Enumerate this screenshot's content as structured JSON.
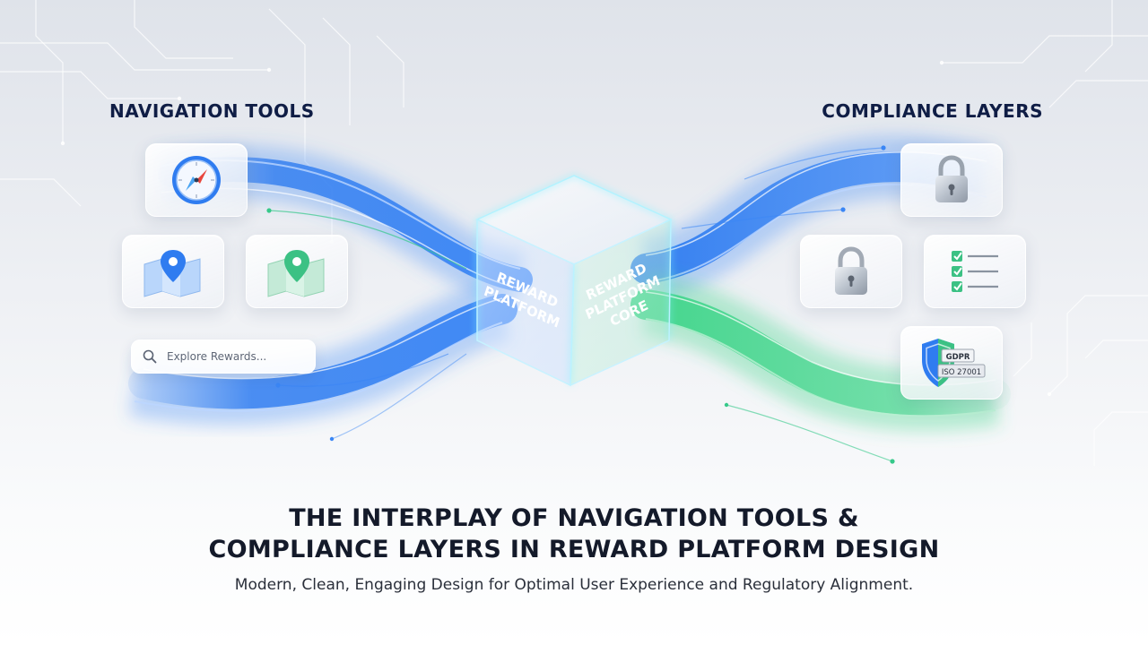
{
  "navigation": {
    "title": "NAVIGATION TOOLS",
    "search_placeholder": "Explore Rewards..."
  },
  "compliance": {
    "title": "COMPLIANCE LAYERS",
    "badge_line_1": "GDPR",
    "badge_line_2": "ISO 27001"
  },
  "core": {
    "left_face_line_1": "REWARD",
    "left_face_line_2": "PLATFORM",
    "right_face_line_1": "REWARD",
    "right_face_line_2": "PLATFORM",
    "right_face_line_3": "CORE"
  },
  "headline": {
    "line_1": "THE INTERPLAY OF NAVIGATION TOOLS &",
    "line_2": "COMPLIANCE LAYERS IN REWARD PLATFORM DESIGN",
    "subtitle": "Modern, Clean, Engaging Design for Optimal User Experience and Regulatory Alignment."
  },
  "colors": {
    "navigation_stream": "#2f7cf0",
    "compliance_stream": "#3fd58a",
    "title_text": "#0f1d45"
  },
  "icons": [
    "compass-icon",
    "map-pin-icon",
    "map-pin-icon",
    "search-icon",
    "padlock-icon",
    "padlock-icon",
    "checklist-icon",
    "shield-icon"
  ]
}
